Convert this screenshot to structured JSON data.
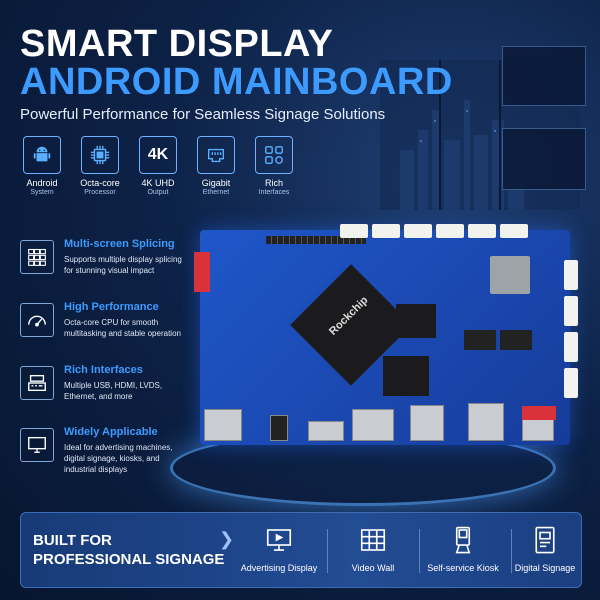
{
  "title_line1": "SMART DISPLAY",
  "title_line2": "ANDROID MAINBOARD",
  "subtitle": "Powerful Performance for Seamless Signage Solutions",
  "top_features": [
    {
      "icon": "android-icon",
      "line1": "Android",
      "line2": "System"
    },
    {
      "icon": "cpu-icon",
      "line1": "Octa-core",
      "line2": "Processor",
      "badge": ""
    },
    {
      "icon": "4k-icon",
      "line1": "4K UHD",
      "line2": "Output",
      "badge": "4K"
    },
    {
      "icon": "ethernet-icon",
      "line1": "Gigabit",
      "line2": "Ethernet"
    },
    {
      "icon": "interfaces-icon",
      "line1": "Rich",
      "line2": "Interfaces"
    }
  ],
  "side_features": [
    {
      "icon": "grid-icon",
      "title": "Multi-screen Splicing",
      "desc": "Supports multiple display splicing for stunning visual impact"
    },
    {
      "icon": "speedometer-icon",
      "title": "High Performance",
      "desc": "Octa-core CPU for smooth multitasking and stable operation"
    },
    {
      "icon": "ports-icon",
      "title": "Rich Interfaces",
      "desc": "Multiple USB, HDMI, LVDS, Ethernet, and more"
    },
    {
      "icon": "monitor-icon",
      "title": "Widely Applicable",
      "desc": "Ideal for advertising machines, digital signage, kiosks, and industrial displays"
    }
  ],
  "board": {
    "chip_label": "Rockchip"
  },
  "banner": {
    "title_line1": "BUILT FOR",
    "title_line2": "PROFESSIONAL SIGNAGE",
    "separator": "❯",
    "apps": [
      {
        "icon": "advertising-display-icon",
        "label": "Advertising Display"
      },
      {
        "icon": "video-wall-icon",
        "label": "Video Wall"
      },
      {
        "icon": "kiosk-icon",
        "label": "Self-service Kiosk"
      },
      {
        "icon": "digital-signage-icon",
        "label": "Digital Signage"
      }
    ]
  },
  "colors": {
    "accent": "#3d9bff",
    "background": "#0d2247",
    "pcb": "#1f56c9"
  }
}
